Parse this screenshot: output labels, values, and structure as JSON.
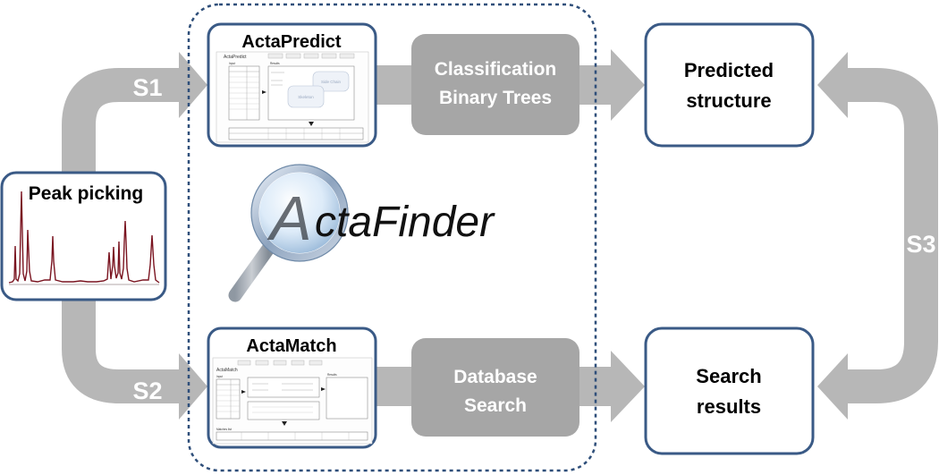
{
  "colors": {
    "box_border": "#3a5a86",
    "arrow_gray": "#b7b7b7",
    "step_box_gray": "#a6a6a6",
    "step_text": "#ffffff",
    "box_text": "#000000",
    "dashed_border": "#2f4f7a",
    "spectrum": "#7a1420"
  },
  "peak_picking": {
    "title": "Peak picking"
  },
  "modules": {
    "predict": {
      "title": "ActaPredict",
      "thumb_app": "ActaPredict",
      "thumb_labels": [
        "Input",
        "Results",
        "Side Chain",
        "Skeleton"
      ]
    },
    "match": {
      "title": "ActaMatch",
      "thumb_app": "ActaMatch",
      "thumb_labels": [
        "Input",
        "Results",
        "Matches list"
      ]
    }
  },
  "steps": {
    "classification": {
      "line1": "Classification",
      "line2": "Binary Trees"
    },
    "database": {
      "line1": "Database",
      "line2": "Search"
    }
  },
  "outputs": {
    "predicted": {
      "line1": "Predicted",
      "line2": "structure"
    },
    "search": {
      "line1": "Search",
      "line2": "results"
    }
  },
  "path_labels": {
    "s1": "S1",
    "s2": "S2",
    "s3": "S3"
  },
  "logo": {
    "initial": "A",
    "rest": "ctaFinder"
  }
}
